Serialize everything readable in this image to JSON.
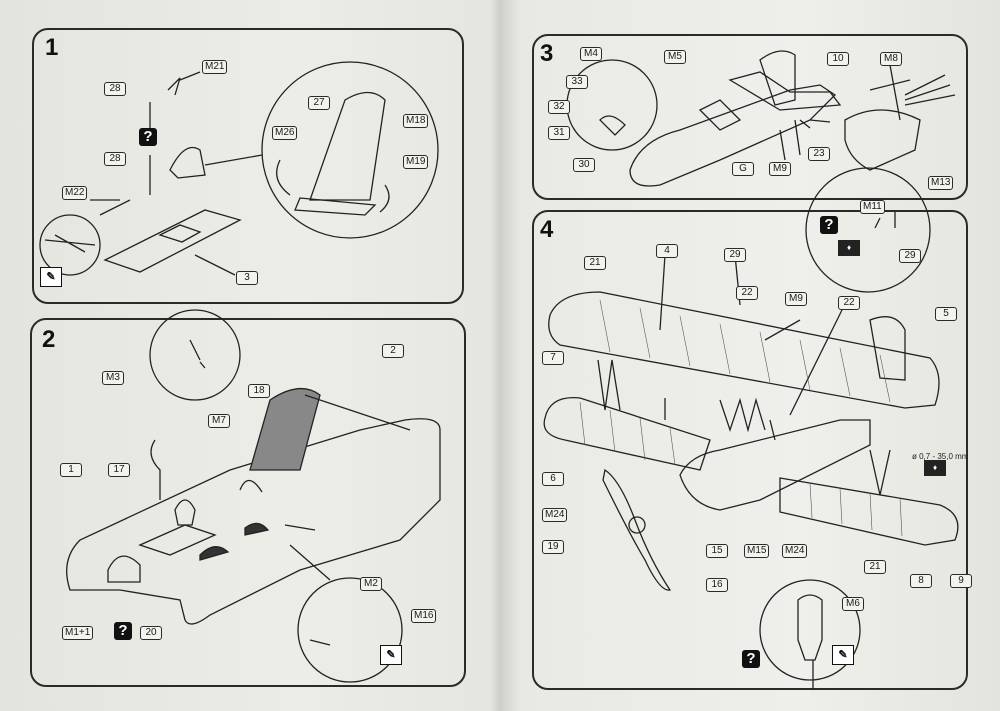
{
  "steps": [
    {
      "number": "1"
    },
    {
      "number": "2"
    },
    {
      "number": "3"
    },
    {
      "number": "4"
    }
  ],
  "panel1": {
    "labels": [
      "M21",
      "28",
      "28",
      "M22",
      "27",
      "M18",
      "M26",
      "M19",
      "3"
    ]
  },
  "panel2": {
    "labels": [
      "M3",
      "2",
      "18",
      "M7",
      "1",
      "17",
      "M2",
      "M1+1",
      "20",
      "M16"
    ]
  },
  "panel3": {
    "labels": [
      "M4",
      "M5",
      "33",
      "32",
      "31",
      "30",
      "10",
      "M8",
      "23",
      "M9",
      "G",
      "M13"
    ]
  },
  "panel4": {
    "labels": [
      "M11",
      "29",
      "4",
      "29",
      "21",
      "M9",
      "22",
      "22",
      "5",
      "7",
      "6",
      "M24",
      "19",
      "15",
      "M15",
      "M24",
      "16",
      "21",
      "8",
      "9",
      "M6"
    ],
    "measure_note": "ø 0,7 - 35,0 mm"
  },
  "icons": {
    "question": "?",
    "glue": "glue-icon",
    "decal": "decal-icon"
  }
}
